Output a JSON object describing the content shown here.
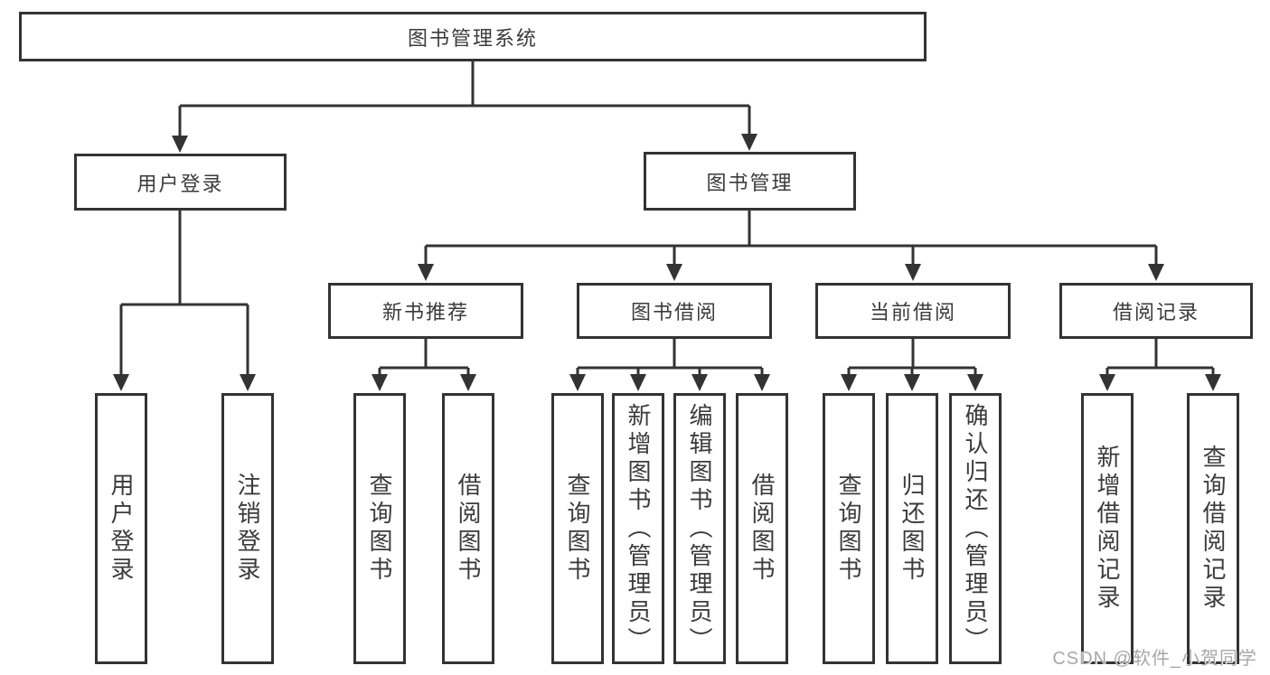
{
  "diagram": {
    "title": "图书管理系统",
    "level2": {
      "user_login": "用户登录",
      "book_mgmt": "图书管理"
    },
    "level3": {
      "new_book": "新书推荐",
      "book_borrow": "图书借阅",
      "current_borrow": "当前借阅",
      "borrow_record": "借阅记录"
    },
    "leaves": {
      "ul1": "用户登录",
      "ul2": "注销登录",
      "nb1": "查询图书",
      "nb2": "借阅图书",
      "bb1": "查询图书",
      "bb2": "新增图书（管理员）",
      "bb3": "编辑图书（管理员）",
      "bb4": "借阅图书",
      "cb1": "查询图书",
      "cb2": "归还图书",
      "cb3": "确认归还（管理员）",
      "br1": "新增借阅记录",
      "br2": "查询借阅记录"
    }
  },
  "watermark": "CSDN @软件_小贺同学",
  "colors": {
    "line": "#333333",
    "background": "#ffffff",
    "watermark": "#a8a8a8"
  }
}
